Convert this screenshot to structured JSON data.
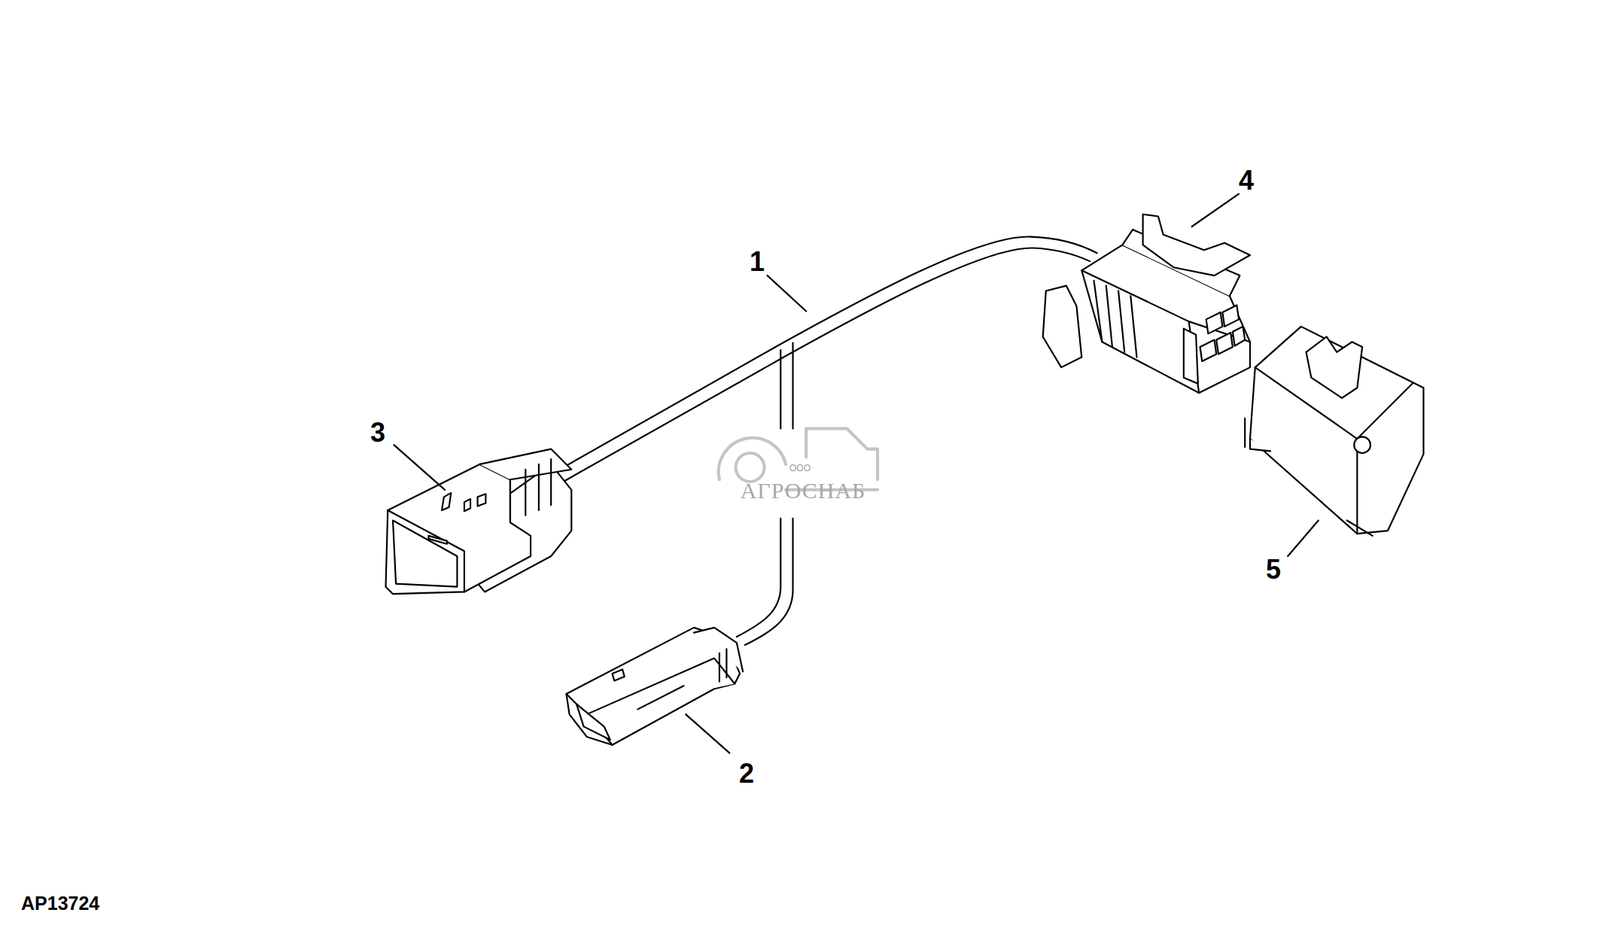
{
  "diagram": {
    "labels": [
      "1",
      "2",
      "3",
      "4",
      "5",
      "AP13724",
      "ООО",
      "АГРОСНАБ"
    ]
  }
}
